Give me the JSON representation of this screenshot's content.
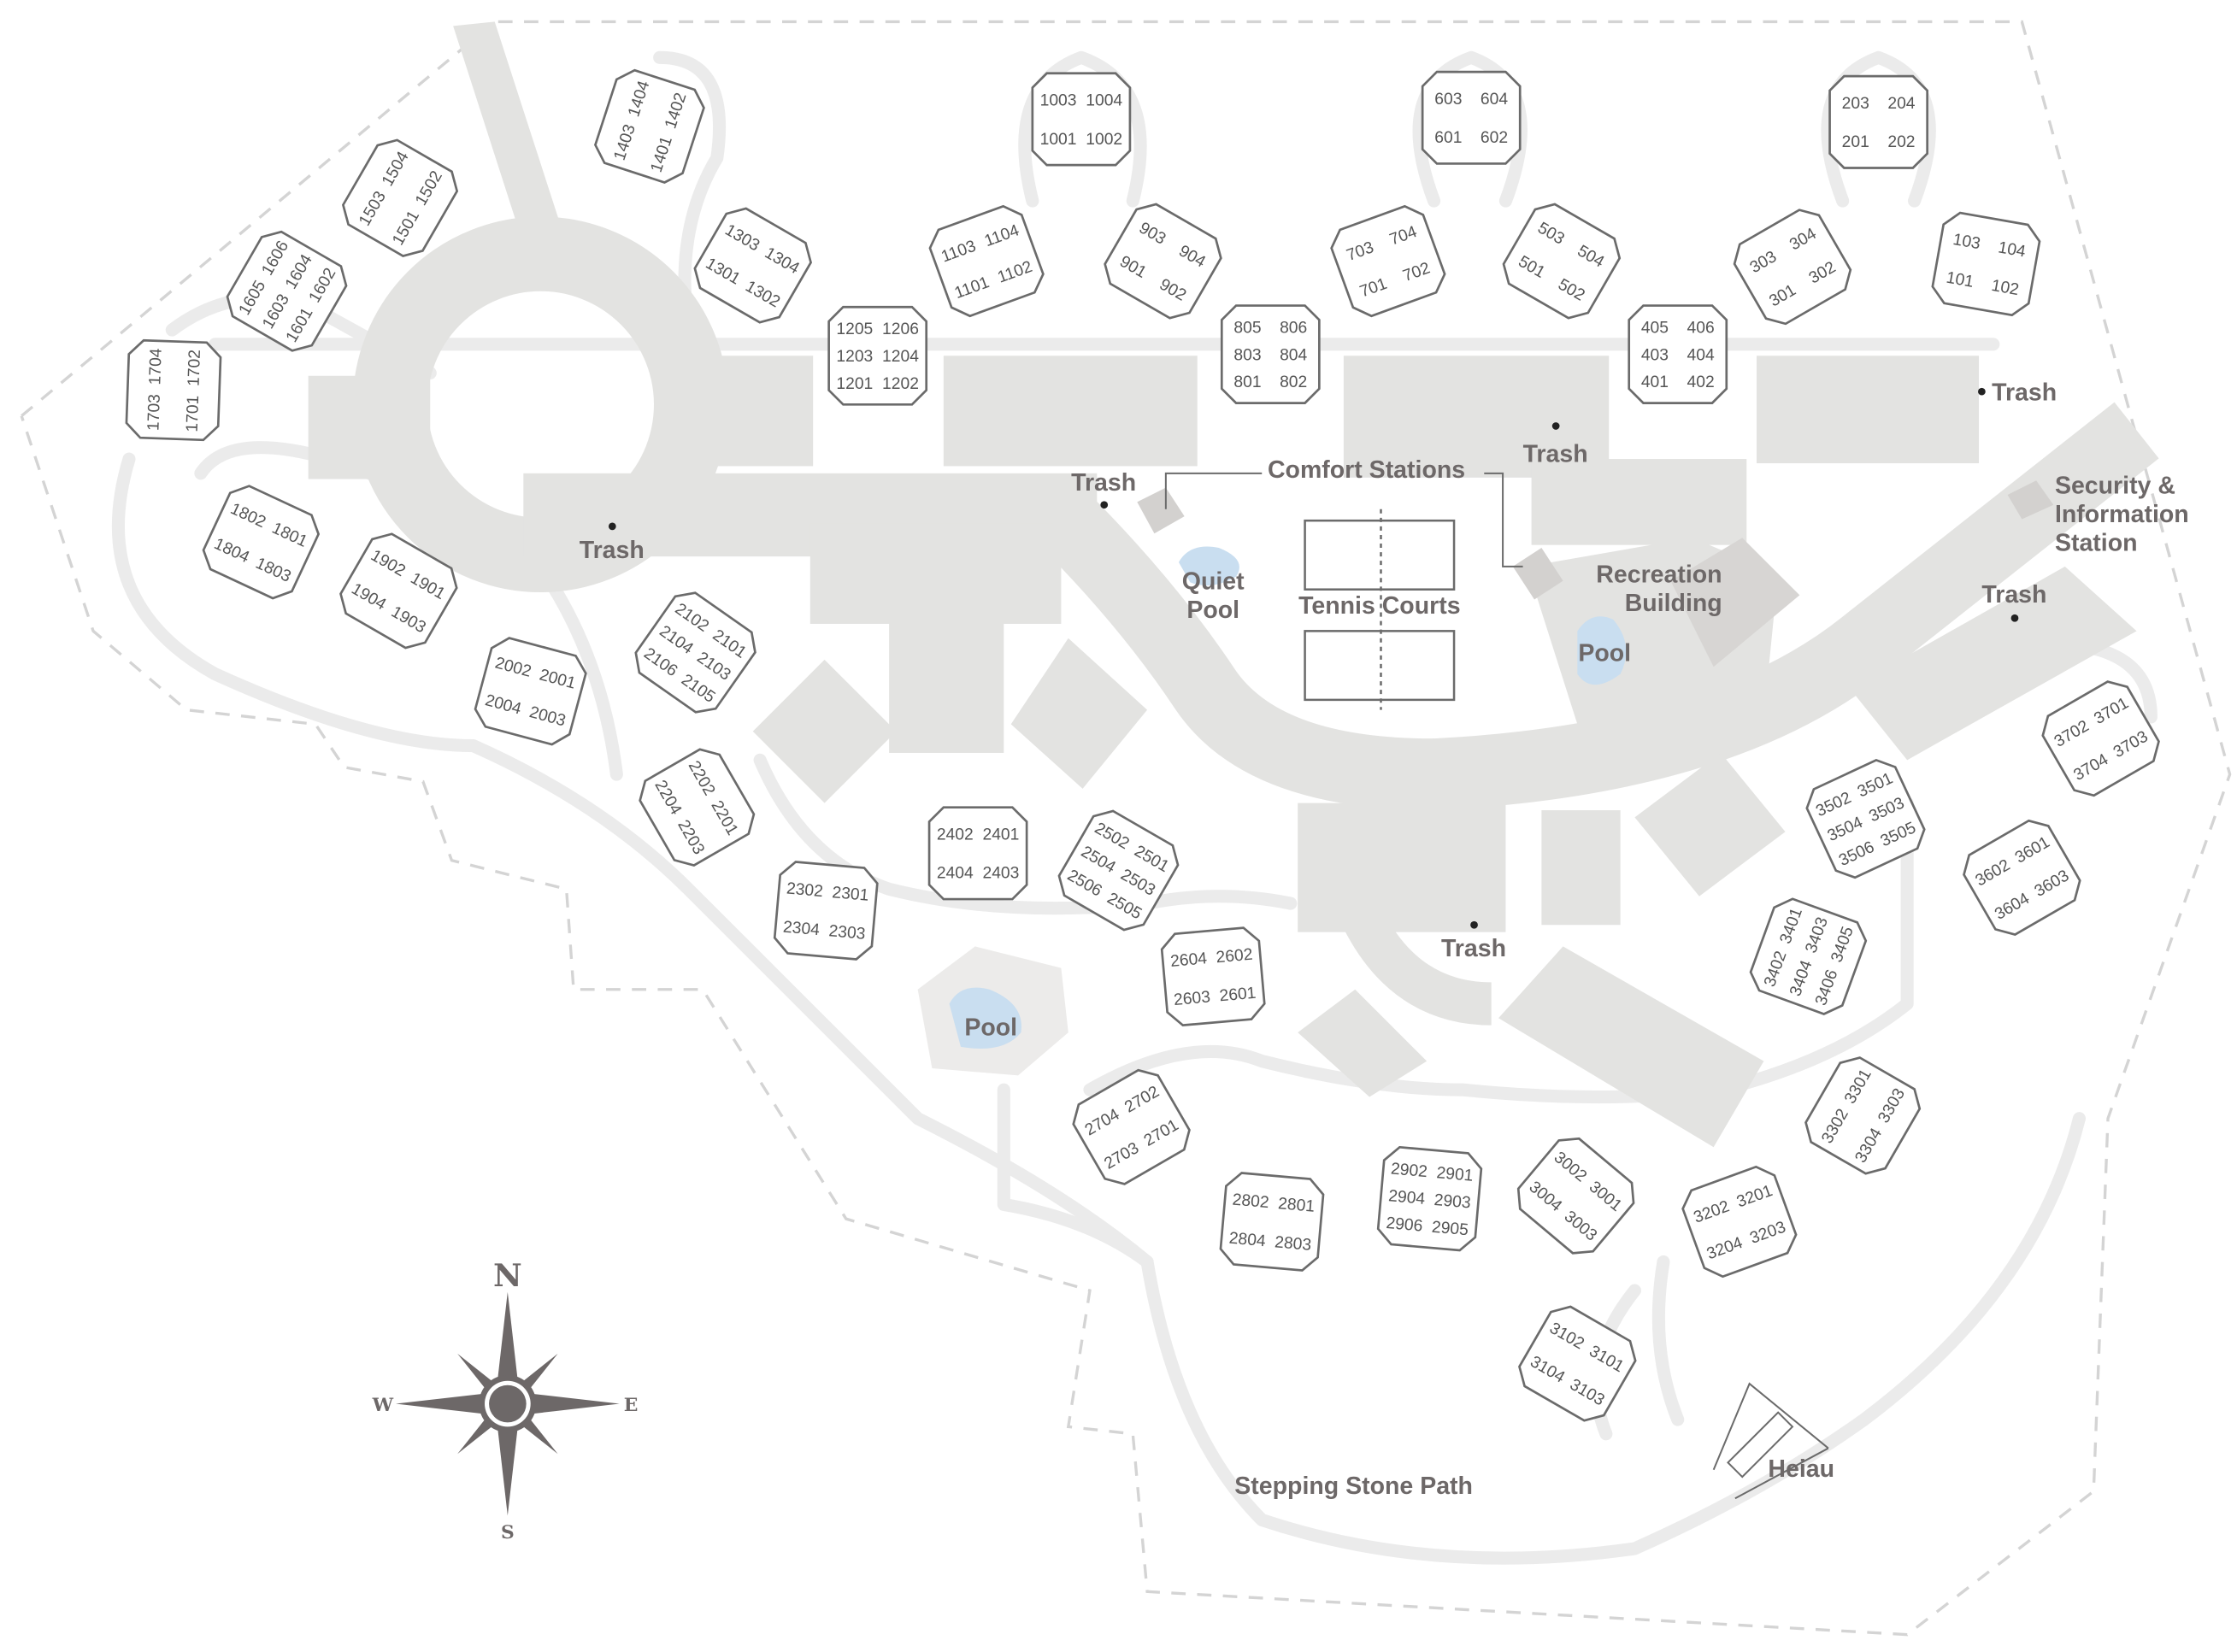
{
  "labels": {
    "comfort_stations": "Comfort Stations",
    "quiet_pool_1": "Quiet",
    "quiet_pool_2": "Pool",
    "tennis_courts": "Tennis Courts",
    "recreation_1": "Recreation",
    "recreation_2": "Building",
    "pool_rec": "Pool",
    "pool_south": "Pool",
    "security_1": "Security &",
    "security_2": "Information",
    "security_3": "Station",
    "stepping_stone_path": "Stepping Stone Path",
    "heiau": "Heiau",
    "trash": [
      "Trash",
      "Trash",
      "Trash",
      "Trash",
      "Trash",
      "Trash"
    ]
  },
  "compass": {
    "n": "N",
    "s": "S",
    "e": "E",
    "w": "W"
  },
  "colors": {
    "building_outline": "#6b6b6b",
    "area": "#e3e3e1",
    "walkway": "#ebebeb",
    "pool": "#c9def0",
    "text": "#6d6868"
  },
  "buildings": [
    {
      "rows": [
        [
          "1403",
          "1404"
        ],
        [
          "1401",
          "1402"
        ]
      ]
    },
    {
      "rows": [
        [
          "1503",
          "1504"
        ],
        [
          "1501",
          "1502"
        ]
      ]
    },
    {
      "rows": [
        [
          "1605",
          "1606"
        ],
        [
          "1603",
          "1604"
        ],
        [
          "1601",
          "1602"
        ]
      ]
    },
    {
      "rows": [
        [
          "1703",
          "1704"
        ],
        [
          "1701",
          "1702"
        ]
      ]
    },
    {
      "rows": [
        [
          "1303",
          "1304"
        ],
        [
          "1301",
          "1302"
        ]
      ]
    },
    {
      "rows": [
        [
          "1205",
          "1206"
        ],
        [
          "1203",
          "1204"
        ],
        [
          "1201",
          "1202"
        ]
      ]
    },
    {
      "rows": [
        [
          "1103",
          "1104"
        ],
        [
          "1101",
          "1102"
        ]
      ]
    },
    {
      "rows": [
        [
          "1003",
          "1004"
        ],
        [
          "1001",
          "1002"
        ]
      ]
    },
    {
      "rows": [
        [
          "903",
          "904"
        ],
        [
          "901",
          "902"
        ]
      ]
    },
    {
      "rows": [
        [
          "805",
          "806"
        ],
        [
          "803",
          "804"
        ],
        [
          "801",
          "802"
        ]
      ]
    },
    {
      "rows": [
        [
          "703",
          "704"
        ],
        [
          "701",
          "702"
        ]
      ]
    },
    {
      "rows": [
        [
          "603",
          "604"
        ],
        [
          "601",
          "602"
        ]
      ]
    },
    {
      "rows": [
        [
          "503",
          "504"
        ],
        [
          "501",
          "502"
        ]
      ]
    },
    {
      "rows": [
        [
          "405",
          "406"
        ],
        [
          "403",
          "404"
        ],
        [
          "401",
          "402"
        ]
      ]
    },
    {
      "rows": [
        [
          "303",
          "304"
        ],
        [
          "301",
          "302"
        ]
      ]
    },
    {
      "rows": [
        [
          "203",
          "204"
        ],
        [
          "201",
          "202"
        ]
      ]
    },
    {
      "rows": [
        [
          "103",
          "104"
        ],
        [
          "101",
          "102"
        ]
      ]
    },
    {
      "rows": [
        [
          "1802",
          "1801"
        ],
        [
          "1804",
          "1803"
        ]
      ]
    },
    {
      "rows": [
        [
          "1902",
          "1901"
        ],
        [
          "1904",
          "1903"
        ]
      ]
    },
    {
      "rows": [
        [
          "2002",
          "2001"
        ],
        [
          "2004",
          "2003"
        ]
      ]
    },
    {
      "rows": [
        [
          "2102",
          "2101"
        ],
        [
          "2104",
          "2103"
        ],
        [
          "2106",
          "2105"
        ]
      ]
    },
    {
      "rows": [
        [
          "2202",
          "2201"
        ],
        [
          "2204",
          "2203"
        ]
      ]
    },
    {
      "rows": [
        [
          "2302",
          "2301"
        ],
        [
          "2304",
          "2303"
        ]
      ]
    },
    {
      "rows": [
        [
          "2402",
          "2401"
        ],
        [
          "2404",
          "2403"
        ]
      ]
    },
    {
      "rows": [
        [
          "2502",
          "2501"
        ],
        [
          "2504",
          "2503"
        ],
        [
          "2506",
          "2505"
        ]
      ]
    },
    {
      "rows": [
        [
          "2604",
          "2602"
        ],
        [
          "2603",
          "2601"
        ]
      ]
    },
    {
      "rows": [
        [
          "2704",
          "2702"
        ],
        [
          "2703",
          "2701"
        ]
      ]
    },
    {
      "rows": [
        [
          "2802",
          "2801"
        ],
        [
          "2804",
          "2803"
        ]
      ]
    },
    {
      "rows": [
        [
          "2902",
          "2901"
        ],
        [
          "2904",
          "2903"
        ],
        [
          "2906",
          "2905"
        ]
      ]
    },
    {
      "rows": [
        [
          "3002",
          "3001"
        ],
        [
          "3004",
          "3003"
        ]
      ]
    },
    {
      "rows": [
        [
          "3102",
          "3101"
        ],
        [
          "3104",
          "3103"
        ]
      ]
    },
    {
      "rows": [
        [
          "3202",
          "3201"
        ],
        [
          "3204",
          "3203"
        ]
      ]
    },
    {
      "rows": [
        [
          "3302",
          "3301"
        ],
        [
          "3304",
          "3303"
        ]
      ]
    },
    {
      "rows": [
        [
          "3402",
          "3401"
        ],
        [
          "3404",
          "3403"
        ],
        [
          "3406",
          "3405"
        ]
      ]
    },
    {
      "rows": [
        [
          "3502",
          "3501"
        ],
        [
          "3504",
          "3503"
        ],
        [
          "3506",
          "3505"
        ]
      ]
    },
    {
      "rows": [
        [
          "3602",
          "3601"
        ],
        [
          "3604",
          "3603"
        ]
      ]
    },
    {
      "rows": [
        [
          "3702",
          "3701"
        ],
        [
          "3704",
          "3703"
        ]
      ]
    }
  ]
}
